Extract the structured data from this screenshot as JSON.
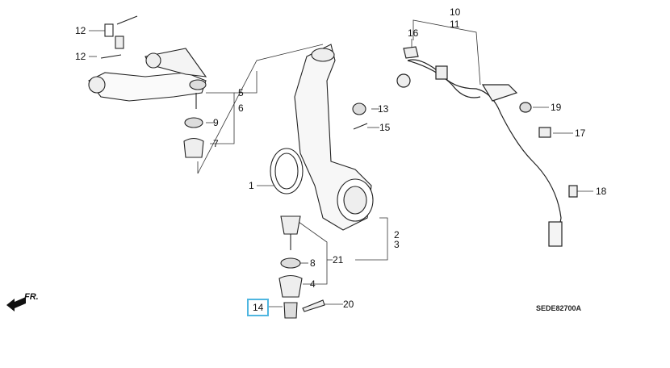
{
  "diagram": {
    "diagram_code": "SEDE82700A",
    "front_indicator": "FR.",
    "highlighted_part": "14",
    "highlight_color": "#4fb6e0",
    "callouts": [
      "1",
      "2",
      "3",
      "4",
      "5",
      "6",
      "7",
      "8",
      "9",
      "10",
      "11",
      "12",
      "12",
      "13",
      "14",
      "15",
      "16",
      "17",
      "18",
      "19",
      "20",
      "21"
    ]
  }
}
